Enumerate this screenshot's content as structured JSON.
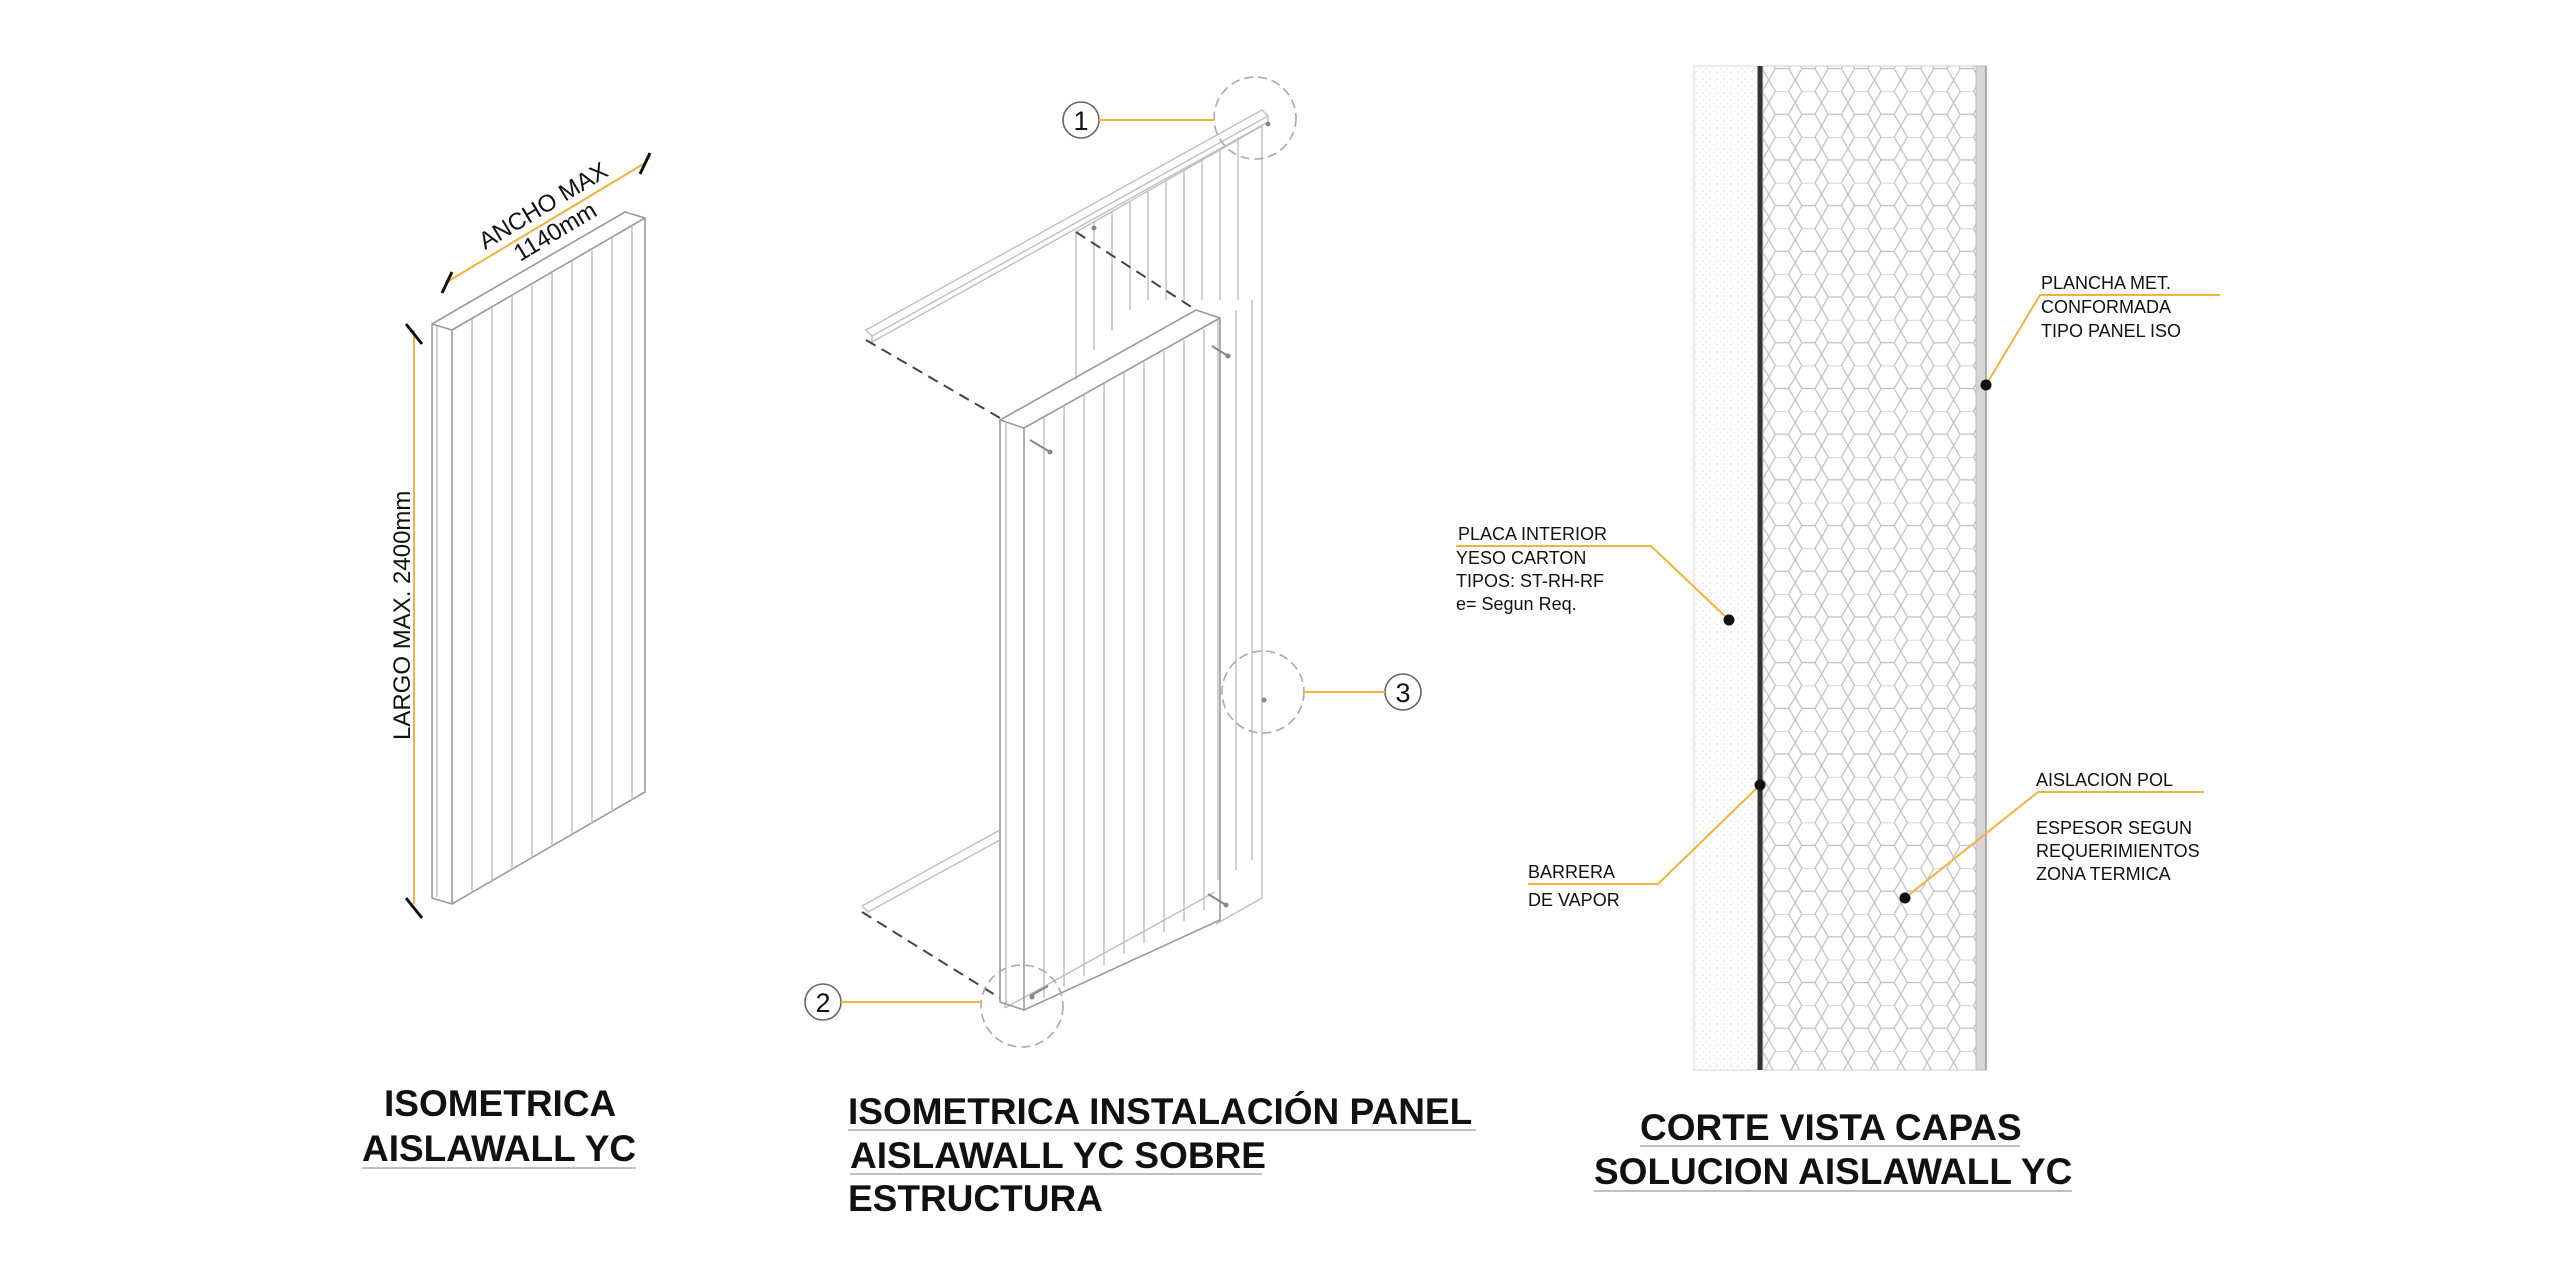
{
  "views": {
    "iso_panel": {
      "title_line1": "ISOMETRICA",
      "title_line2": "AISLAWALL YC",
      "dim_width_line1": "ANCHO MAX",
      "dim_width_line2": "1140mm",
      "dim_height": "LARGO MAX. 2400mm"
    },
    "iso_install": {
      "title_line1": "ISOMETRICA INSTALACIÓN  PANEL",
      "title_line2": "AISLAWALL YC SOBRE",
      "title_line3": "ESTRUCTURA",
      "callout_1": "1",
      "callout_2": "2",
      "callout_3": "3"
    },
    "section": {
      "title_line1": "CORTE VISTA CAPAS",
      "title_line2": "SOLUCION AISLAWALL YC",
      "labels": {
        "plancha": [
          "PLANCHA MET.",
          "CONFORMADA",
          "TIPO PANEL ISO"
        ],
        "placa": [
          "PLACA INTERIOR",
          "YESO CARTON",
          "TIPOS: ST-RH-RF",
          "e= Segun Req."
        ],
        "barrera": [
          "BARRERA",
          "DE VAPOR"
        ],
        "aislacion": [
          "AISLACION POL",
          "ESPESOR SEGUN",
          "REQUERIMIENTOS",
          "ZONA TERMICA"
        ]
      }
    }
  },
  "colors": {
    "leader": "#f2b33d",
    "line": "#9a9a9a",
    "text": "#111111"
  }
}
